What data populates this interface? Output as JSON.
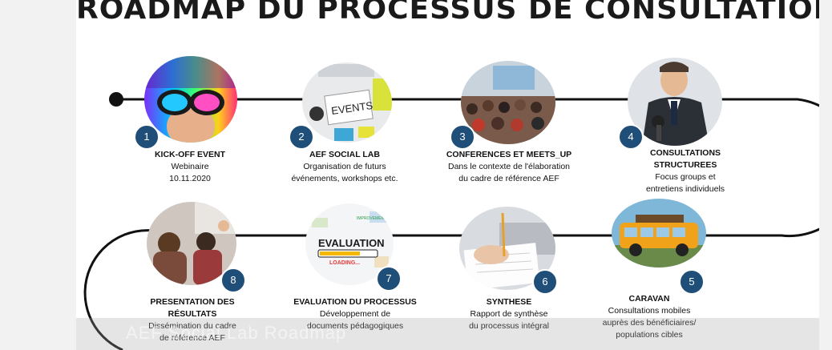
{
  "title": "ROADMAP DU PROCESSUS DE CONSULTATION",
  "watermark": "AEF Social Lab Roadmap",
  "colors": {
    "badge": "#1f4e79",
    "path": "#111111"
  },
  "steps": [
    {
      "number": "1",
      "heading": "KICK-OFF EVENT",
      "lines": [
        "Webinaire",
        "10.11.2020"
      ]
    },
    {
      "number": "2",
      "heading": "AEF SOCIAL LAB",
      "lines": [
        "Organisation de futurs",
        "événements, workshops etc."
      ]
    },
    {
      "number": "3",
      "heading": "CONFERENCES ET MEETS_UP",
      "lines": [
        "Dans le contexte de l'élaboration",
        "du cadre de référence AEF"
      ]
    },
    {
      "number": "4",
      "heading": "CONSULTATIONS STRUCTUREES",
      "lines": [
        "Focus groups et",
        "entretiens individuels"
      ]
    },
    {
      "number": "5",
      "heading": "CARAVAN",
      "lines": [
        "Consultations mobiles",
        "auprès des bénéficiaires/",
        "populations cibles"
      ]
    },
    {
      "number": "6",
      "heading": "SYNTHESE",
      "lines": [
        "Rapport de synthèse",
        "du processus intégral"
      ]
    },
    {
      "number": "7",
      "heading": "EVALUATION DU PROCESSUS",
      "lines": [
        "Développement de",
        "documents pédagogiques"
      ]
    },
    {
      "number": "8",
      "heading": "PRESENTATION DES RÉSULTATS",
      "lines": [
        "Dissémination du cadre",
        "de référence AEF"
      ]
    }
  ],
  "photo_texts": {
    "events": "EVENTS",
    "evaluation": "EVALUATION",
    "loading": "LOADING...",
    "improvement": "IMPROVEMENT"
  }
}
